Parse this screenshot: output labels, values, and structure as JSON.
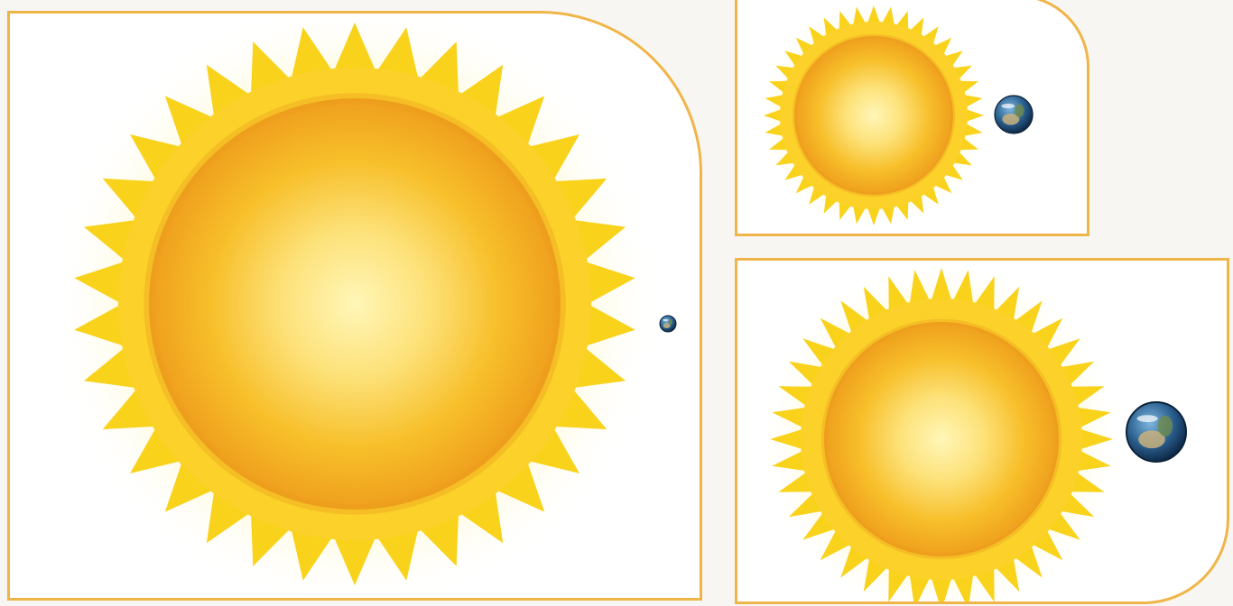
{
  "colors": {
    "frame_border": "#f0b548",
    "sun_core": "#f4b40f",
    "sun_ray": "#f9d21c",
    "sun_glow": "#fff6b0",
    "earth_ocean": "#2a5f8f",
    "earth_land": "#c9b27d"
  },
  "panels": [
    {
      "name": "sun-large-panel",
      "sun_icon": "sun-icon",
      "earth_icon": "earth-icon",
      "earth_relative_scale": 0.04
    },
    {
      "name": "sun-small-panel",
      "sun_icon": "sun-icon",
      "earth_icon": "earth-icon",
      "earth_relative_scale": 0.25
    },
    {
      "name": "sun-medium-panel",
      "sun_icon": "sun-icon",
      "earth_icon": "earth-icon",
      "earth_relative_scale": 0.25
    }
  ]
}
